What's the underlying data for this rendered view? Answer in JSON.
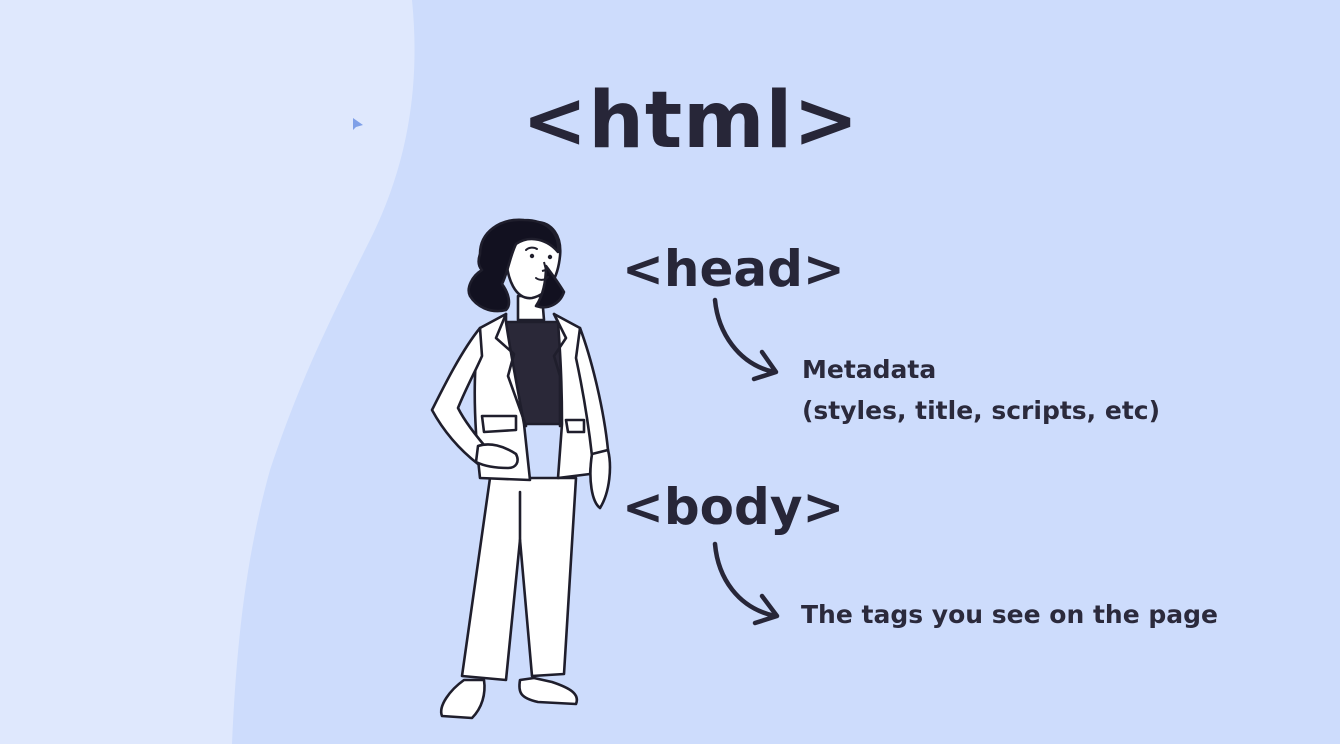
{
  "tags": {
    "html": "<html>",
    "head": "<head>",
    "body": "<body>"
  },
  "descriptions": {
    "head_line1": "Metadata",
    "head_line2": "(styles, title, scripts, etc)",
    "body": "The tags you see on the page"
  },
  "colors": {
    "background": "#cddcfc",
    "left_panel": "#dfe8fd",
    "text": "#272638"
  },
  "icons": [
    "mouse-pointer-icon",
    "arrow-down-right-icon",
    "woman-illustration"
  ]
}
